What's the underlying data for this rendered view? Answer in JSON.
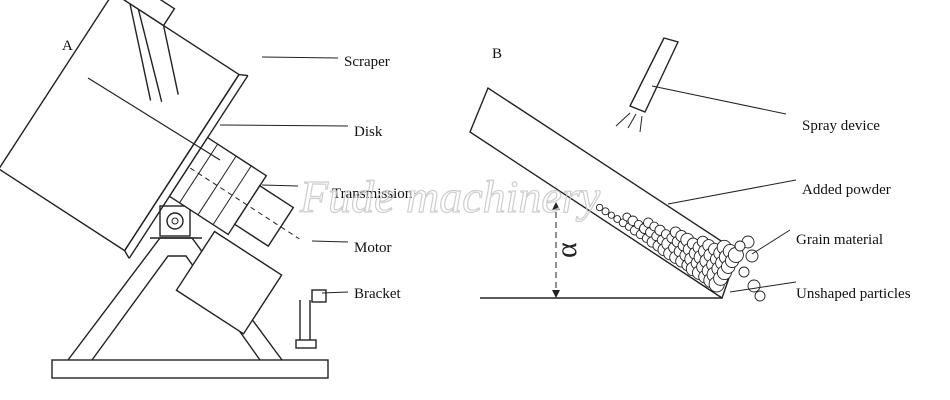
{
  "panels": {
    "a": {
      "letter": "A",
      "labels": {
        "scraper": "Scraper",
        "disk": "Disk",
        "transmission": "Transmission",
        "motor": "Motor",
        "bracket": "Bracket"
      }
    },
    "b": {
      "letter": "B",
      "angle_symbol": "α",
      "labels": {
        "spray": "Spray device",
        "powder": "Added powder",
        "grain": "Grain material",
        "unshaped": "Unshaped particles"
      }
    }
  },
  "watermark": "Fude machinery"
}
